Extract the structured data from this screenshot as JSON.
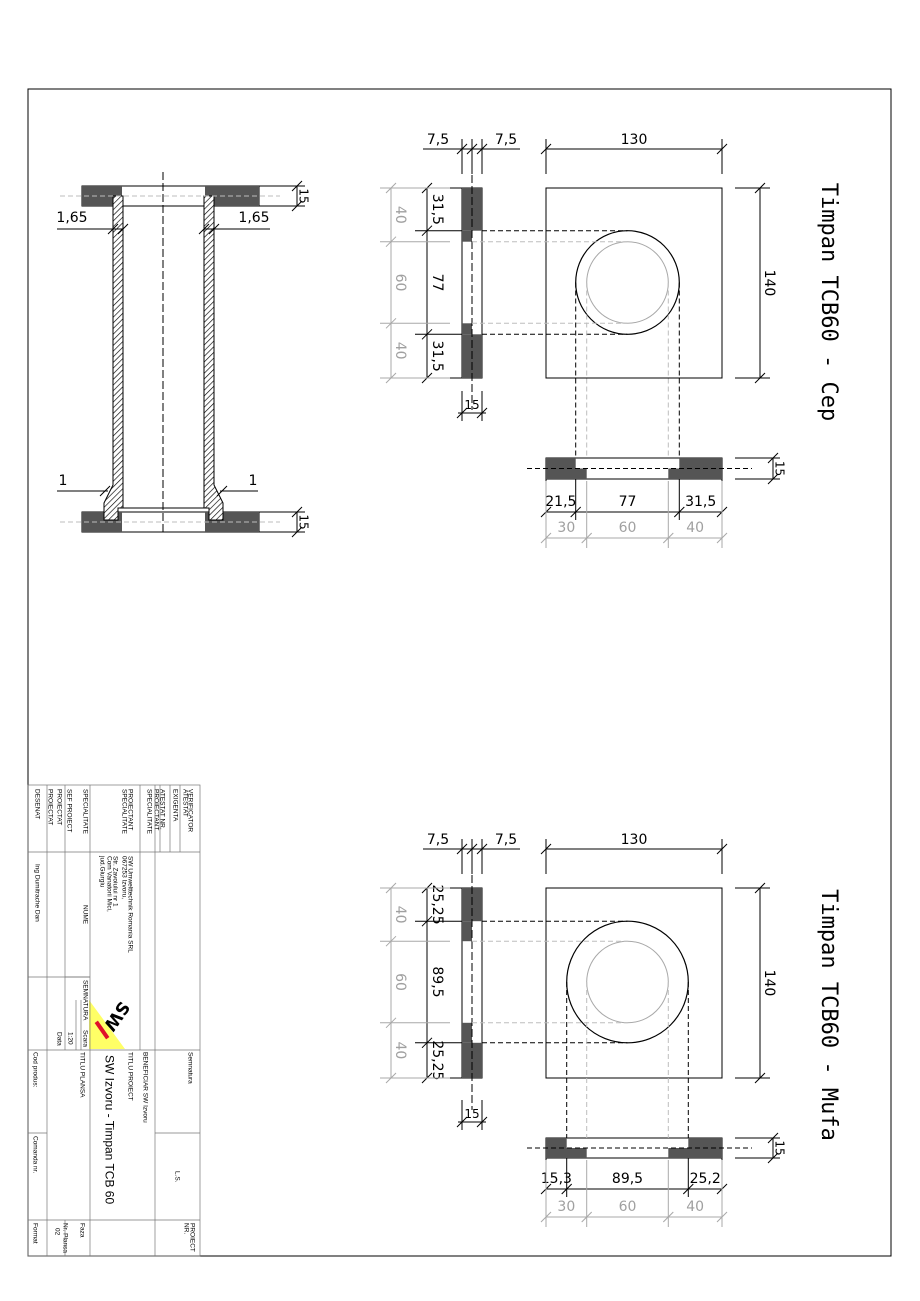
{
  "views": {
    "cep": {
      "title": "Timpan TCB60 - Cep",
      "top": [
        "7,5",
        "7,5",
        "130"
      ],
      "height": "140",
      "side_black": [
        "31,5",
        "77",
        "31,5"
      ],
      "side_gray": [
        "40",
        "60",
        "40"
      ],
      "side_thickness": "15",
      "plan_thickness": "15",
      "plan_black": [
        "21,5",
        "77",
        "31,5"
      ],
      "plan_gray": [
        "30",
        "60",
        "40"
      ]
    },
    "mufa": {
      "title": "Timpan TCB60 - Mufa",
      "top": [
        "7,5",
        "7,5",
        "130"
      ],
      "height": "140",
      "side_black": [
        "25,25",
        "89,5",
        "25,25"
      ],
      "side_gray": [
        "40",
        "60",
        "40"
      ],
      "side_thickness": "15",
      "plan_thickness": "15",
      "plan_black": [
        "15,3",
        "89,5",
        "25,2"
      ],
      "plan_gray": [
        "30",
        "60",
        "40"
      ]
    },
    "pipe": {
      "left_wall": "1,65",
      "right_wall": "1,65",
      "left_bell": "1",
      "right_bell": "1",
      "top_flange": "15",
      "bottom_flange": "15"
    }
  },
  "title_block": {
    "labels": [
      "VERIFICATOR",
      "ATESTAT",
      "EXIGENTA",
      "ATESTAT NR.",
      "PROIECTANT",
      "SPECIALITATE",
      "PROIECTANT",
      "SPECIALITATE",
      "SPECIALITATE",
      "SEF PROIECT",
      "PROIECTAT",
      "PROIECTAT",
      "DESENAT"
    ],
    "company": [
      "SW Umwelttechnik Romania SRL",
      "067253 Izvoru,",
      "Str. Zavoiului nr 1",
      "Com Vanatorii Mici,",
      "jud.Giurgiu"
    ],
    "nume": "NUME",
    "semnatura_col": "SEMNATURA",
    "designer": "Ing Dumitrache Dan",
    "scara_label": "Scara",
    "scara": "1:20",
    "data_label": "Data",
    "semnatura": "Semnatura",
    "ls": "L.S.",
    "beneficiar": "BENEFICIAR   SW Izvoru",
    "titlu_proiect_label": "TITLU PROIECT",
    "titlu_proiect": "SW Izvoru - Timpan TCB 60",
    "titlu_plansa_label": "TITLU PLANSA",
    "cod_produs": "Cod produs:",
    "comanda": "Comanda nr.",
    "proiect_nr": [
      "PROIECT",
      "NR."
    ],
    "faza": "Faza",
    "nr_plansa_label": "Nr. Plansa",
    "nr_plansa": "02",
    "format": "Format",
    "logo_text": "SW",
    "logo_colors": {
      "background": "#ffff66",
      "text": "#000000",
      "bar": "#e0102a"
    }
  }
}
